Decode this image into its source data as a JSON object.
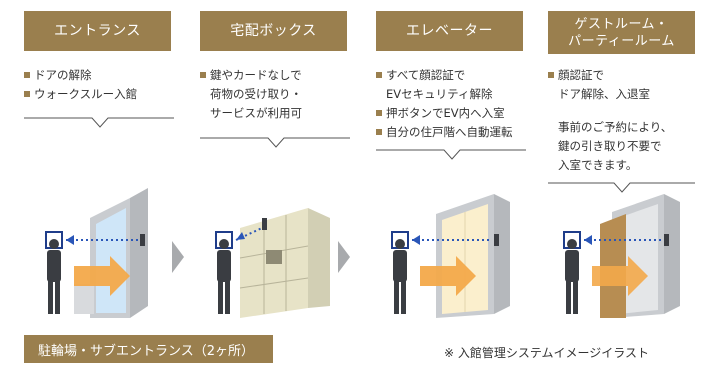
{
  "columns": [
    {
      "title": "エントランス",
      "bullets": [
        "ドアの解除",
        "ウォークスルー入館"
      ]
    },
    {
      "title": "宅配ボックス",
      "bullets": [
        "鍵やカードなしで\n荷物の受け取り・\nサービスが利用可"
      ]
    },
    {
      "title": "エレベーター",
      "bullets": [
        "すべて顔認証で\nEVセキュリティ解除",
        "押ボタンでEV内へ入室",
        "自分の住戸階へ自動運転"
      ]
    },
    {
      "title_line1": "ゲストルーム・",
      "title_line2": "パーティールーム",
      "bullets": [
        "顔認証で\nドア解除、入退室"
      ],
      "note": "事前のご予約により、\n鍵の引き取り不要で\n入室できます。"
    }
  ],
  "footer": {
    "label": "駐輪場・サブエントランス（2ヶ所）"
  },
  "caption": "※ 入館管理システムイメージイラスト",
  "colors": {
    "accent": "#9a7f4e",
    "arrow": "#f3a94a",
    "face_frame": "#1f3d8a",
    "scan_dots": "#2a56b8",
    "line": "#555555"
  },
  "icons": [
    "face-scan-icon",
    "chevron-right-icon",
    "walking-person-icon"
  ]
}
